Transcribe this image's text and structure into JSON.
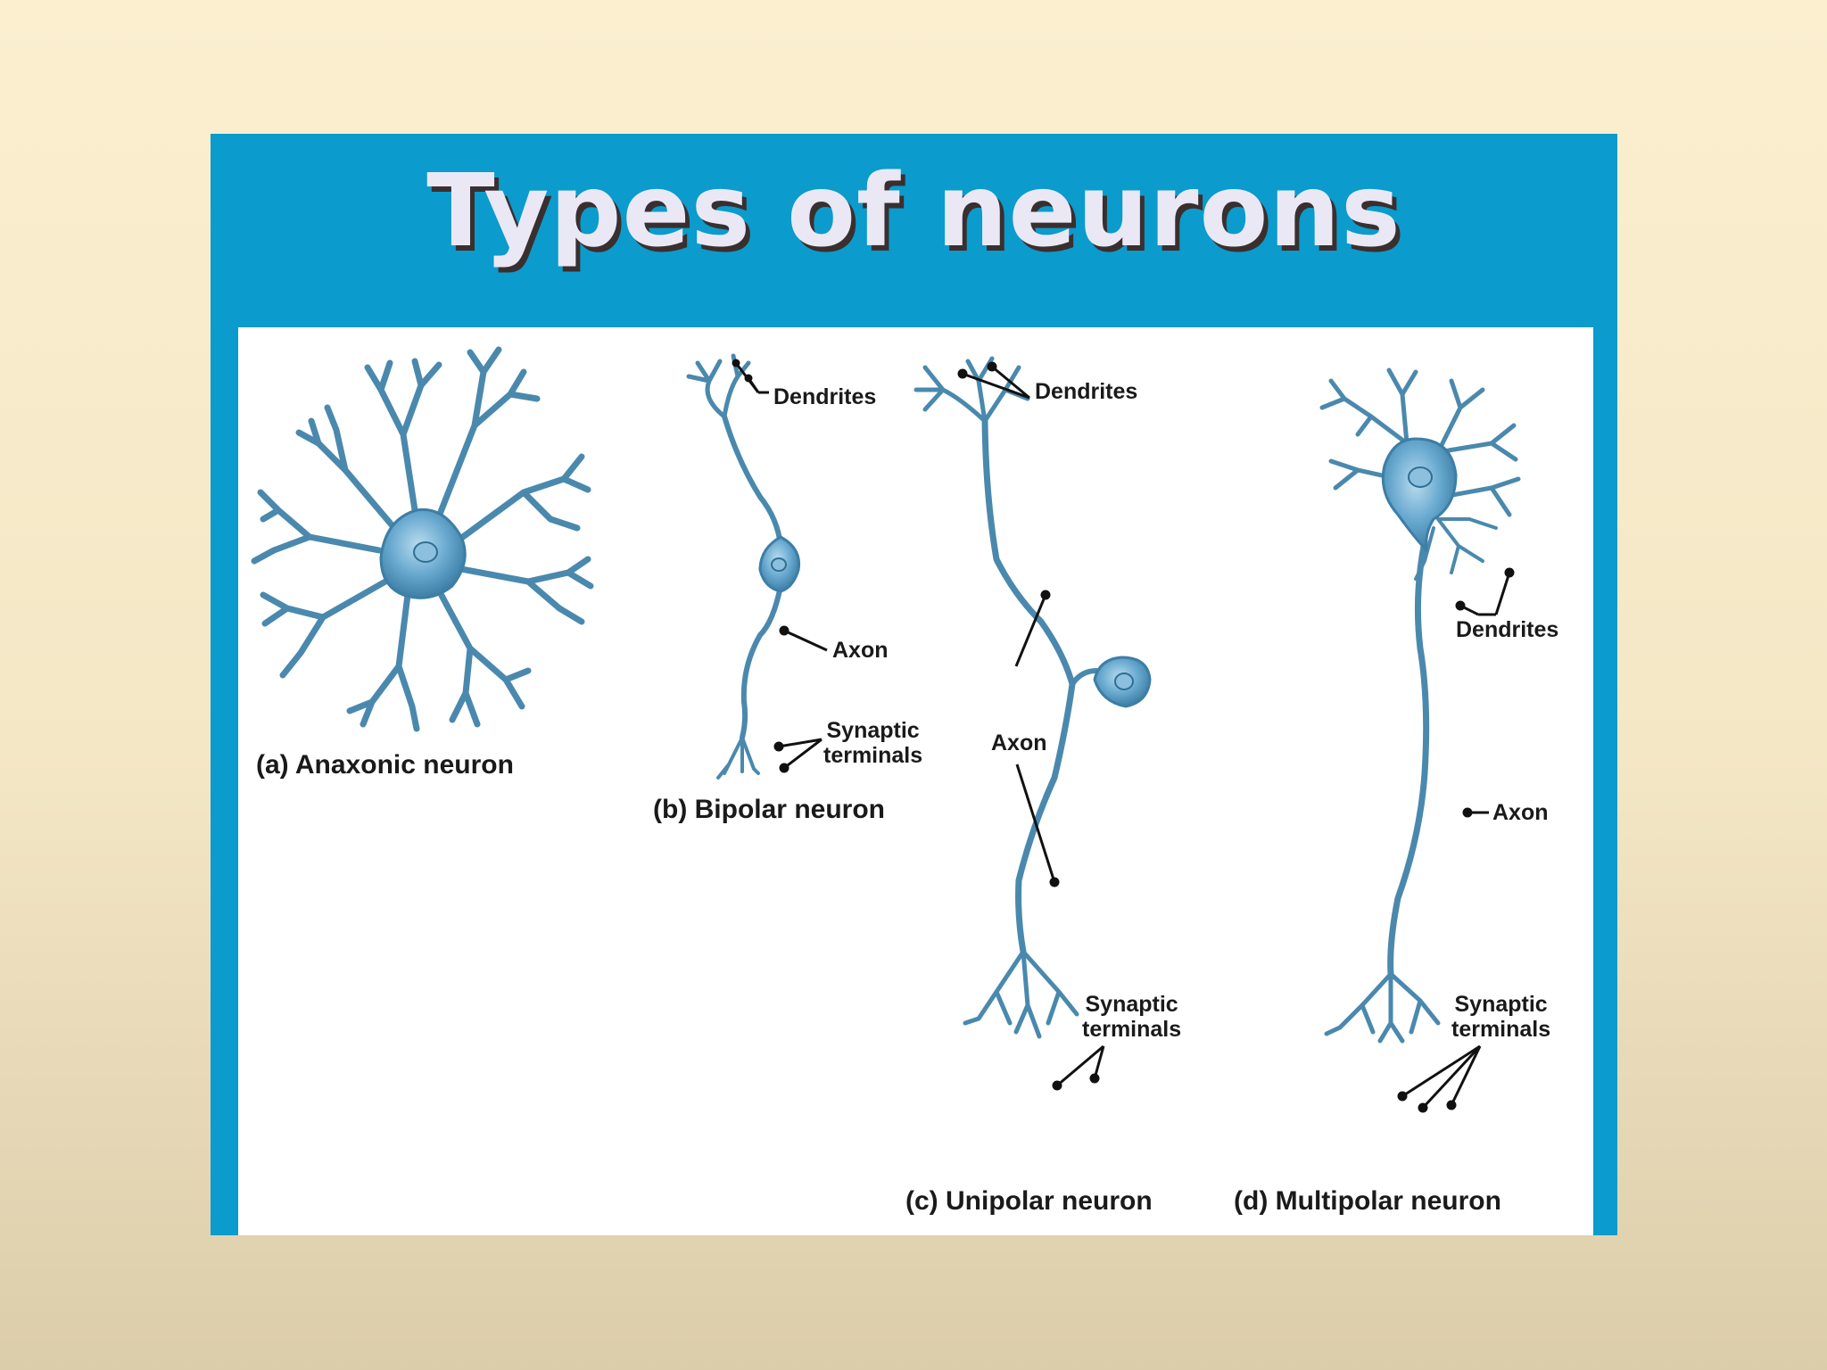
{
  "title": "Types of neurons",
  "colors": {
    "slide_background": "#0b9bcc",
    "panel_background": "#ffffff",
    "neuron_fill": "#5d9ebe",
    "neuron_stroke": "#2f6f93",
    "title_text": "#ebe8f6"
  },
  "neurons": {
    "anaxonic": {
      "caption": "(a) Anaxonic neuron"
    },
    "bipolar": {
      "caption": "(b) Bipolar neuron",
      "dendrites": "Dendrites",
      "axon": "Axon",
      "synaptic_1": "Synaptic",
      "synaptic_2": "terminals"
    },
    "unipolar": {
      "caption": "(c) Unipolar neuron",
      "dendrites": "Dendrites",
      "axon": "Axon",
      "synaptic_1": "Synaptic",
      "synaptic_2": "terminals"
    },
    "multipolar": {
      "caption": "(d) Multipolar neuron",
      "dendrites": "Dendrites",
      "axon": "Axon",
      "synaptic_1": "Synaptic",
      "synaptic_2": "terminals"
    }
  }
}
